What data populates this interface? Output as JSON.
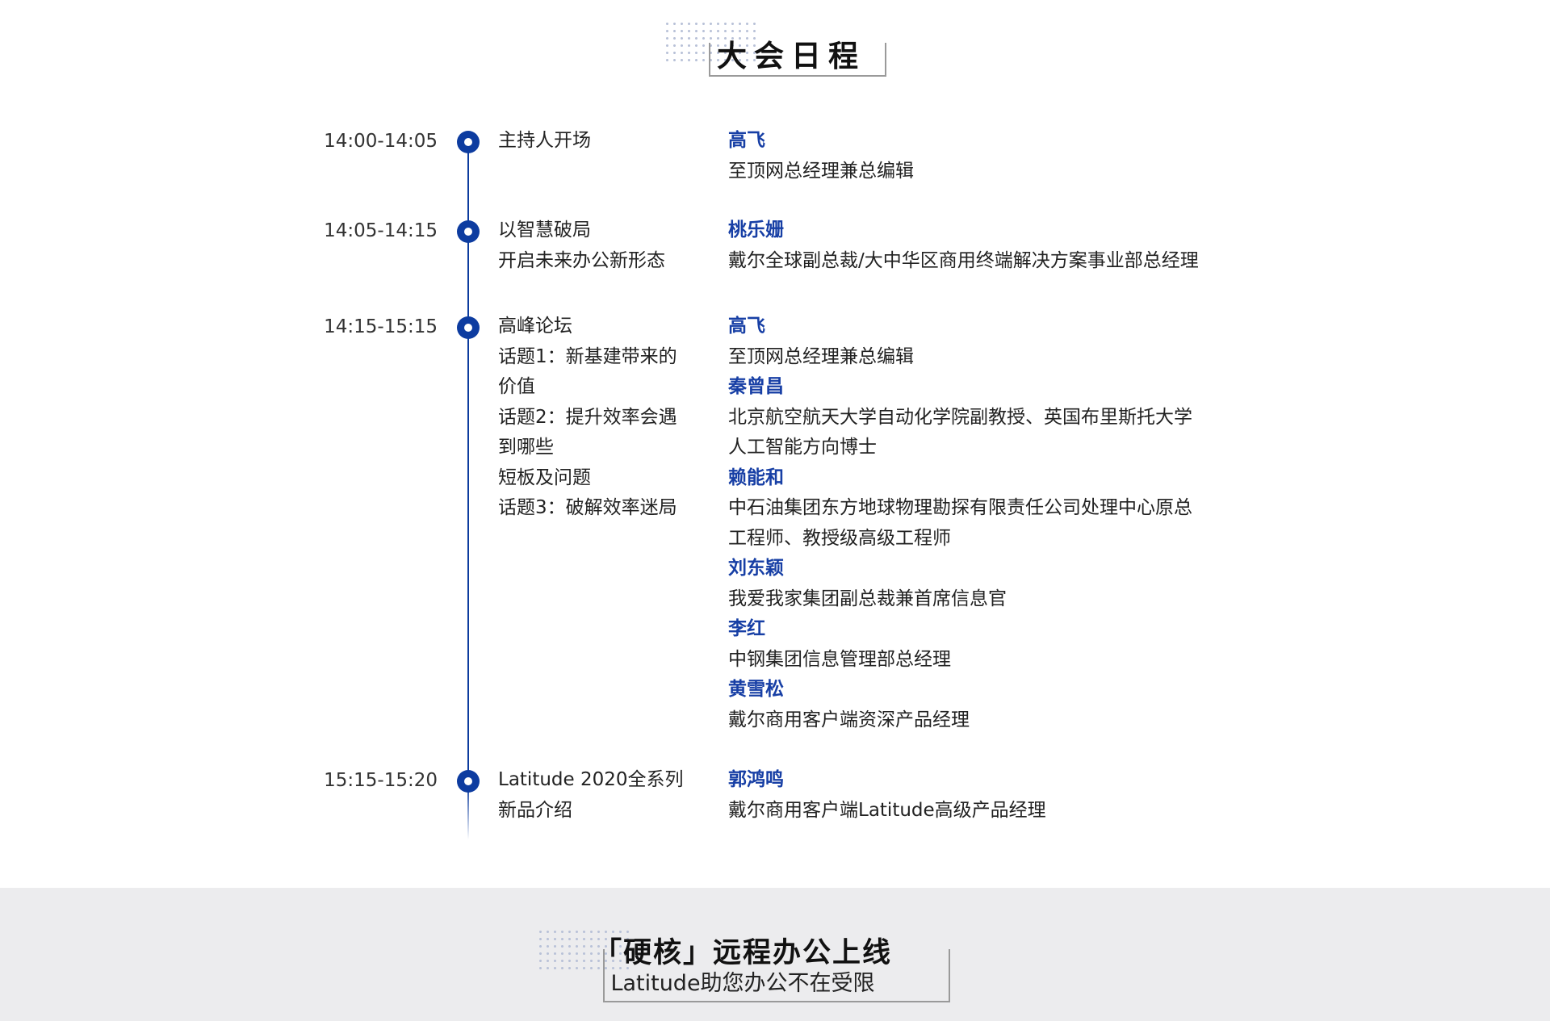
{
  "header": {
    "title": "大会日程"
  },
  "agenda": [
    {
      "time": "14:00-14:05",
      "topic": [
        "主持人开场"
      ],
      "speakers": [
        {
          "name": "高飞",
          "title": [
            "至顶网总经理兼总编辑"
          ]
        }
      ]
    },
    {
      "time": "14:05-14:15",
      "topic": [
        "以智慧破局",
        "开启未来办公新形态"
      ],
      "speakers": [
        {
          "name": "桃乐姗",
          "title": [
            "戴尔全球副总裁/大中华区商用终端解决方案事业部总经理"
          ]
        }
      ]
    },
    {
      "time": "14:15-15:15",
      "topic": [
        "高峰论坛",
        "话题1：新基建带来的",
        "价值",
        "话题2：提升效率会遇",
        "到哪些",
        "短板及问题",
        "话题3：破解效率迷局"
      ],
      "speakers": [
        {
          "name": "高飞",
          "title": [
            "至顶网总经理兼总编辑"
          ]
        },
        {
          "name": "秦曾昌",
          "title": [
            "北京航空航天大学自动化学院副教授、英国布里斯托大学",
            "人工智能方向博士"
          ]
        },
        {
          "name": "赖能和",
          "title": [
            "中石油集团东方地球物理勘探有限责任公司处理中心原总",
            "工程师、教授级高级工程师"
          ]
        },
        {
          "name": "刘东颖",
          "title": [
            "我爱我家集团副总裁兼首席信息官"
          ]
        },
        {
          "name": "李红",
          "title": [
            "中钢集团信息管理部总经理"
          ]
        },
        {
          "name": "黄雪松",
          "title": [
            "戴尔商用客户端资深产品经理"
          ]
        }
      ]
    },
    {
      "time": "15:15-15:20",
      "topic": [
        "Latitude 2020全系列",
        "新品介绍"
      ],
      "speakers": [
        {
          "name": "郭鸿鸣",
          "title": [
            "戴尔商用客户端Latitude高级产品经理"
          ]
        }
      ]
    }
  ],
  "footer": {
    "line1": "「硬核」远程办公上线",
    "line2": "Latitude助您办公不在受限"
  },
  "colors": {
    "accent": "#0d3ca0",
    "speaker_name": "#173fa5",
    "footer_bg": "#ececee"
  }
}
